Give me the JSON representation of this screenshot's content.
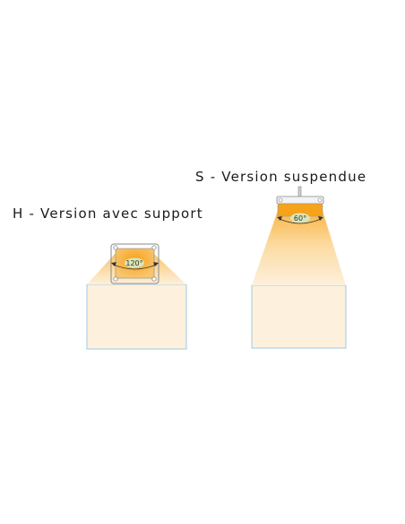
{
  "titles": {
    "suspended": "S - Version suspendue",
    "support": "H - Version avec support"
  },
  "angles": {
    "support": "120°",
    "suspended": "60°"
  },
  "colors": {
    "heater_orange": "#f6a21a",
    "beam_light": "#fde9c6",
    "zone_fill": "#fdf0dc",
    "zone_border": "#9fcbe6",
    "angle_ellipse": "#d9e6b8",
    "housing_stroke": "#8a8a8a"
  }
}
